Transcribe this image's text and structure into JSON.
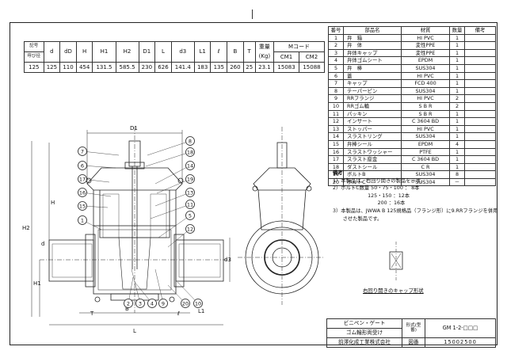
{
  "dims_table": {
    "head_top": [
      "記号",
      "d",
      "dD",
      "H",
      "H1",
      "H2",
      "D1",
      "L",
      "d3",
      "L1",
      "ℓ",
      "B",
      "T",
      "重量",
      "Mコード"
    ],
    "head_sub": [
      "呼び径",
      "(Kg)",
      "CM1",
      "CM2"
    ],
    "row": [
      "125",
      "125",
      "110",
      "454",
      "131.5",
      "585.5",
      "230",
      "626",
      "141.4",
      "183",
      "135",
      "260",
      "25",
      "23.1",
      "15083",
      "15088"
    ]
  },
  "parts_table": {
    "headers": [
      "番号",
      "部品名",
      "材質",
      "数量",
      "備考"
    ],
    "rows": [
      [
        "1",
        "弁　箱",
        "HI PVC",
        "1"
      ],
      [
        "2",
        "弁　体",
        "変性PPE",
        "1"
      ],
      [
        "3",
        "弁体キャップ",
        "変性PPE",
        "1"
      ],
      [
        "4",
        "弁体ゴムシート",
        "EPDM",
        "1"
      ],
      [
        "5",
        "弁　棒",
        "SUS304",
        "1"
      ],
      [
        "6",
        "蓋",
        "HI PVC",
        "1"
      ],
      [
        "7",
        "キャップ",
        "FCD 400",
        "1"
      ],
      [
        "8",
        "テーパーピン",
        "SUS304",
        "1"
      ],
      [
        "9",
        "RRフランジ",
        "HI PVC",
        "2"
      ],
      [
        "10",
        "RRゴム輪",
        "S B R",
        "2"
      ],
      [
        "11",
        "パッキン",
        "S B R",
        "1"
      ],
      [
        "12",
        "インサート",
        "C 3604 BD",
        "1"
      ],
      [
        "13",
        "ストッパー",
        "HI PVC",
        "1"
      ],
      [
        "14",
        "スラストリング",
        "SUS304",
        "1"
      ],
      [
        "15",
        "弁棒シール",
        "EPDM",
        "4"
      ],
      [
        "16",
        "スラストワッシャー",
        "PTFE",
        "1"
      ],
      [
        "17",
        "スラスト座金",
        "C 3604 BD",
        "1"
      ],
      [
        "18",
        "ダストシール",
        "C R",
        "1"
      ],
      [
        "19",
        "ボルトB",
        "SUS304",
        "8"
      ],
      [
        "20",
        "ボルトC",
        "SUS304",
        "－"
      ]
    ]
  },
  "notes": {
    "heading": "備考",
    "lines": [
      "1）本製品は、右回り開きの製品を示す。",
      "2）ボルトC数量 50・75・100 ：  8本",
      "　　　　　　　125・150 ：12本",
      "　　　　　　　　　200 ：16本",
      "3）本製品は、JWWA B 125規格品（フランジ形）に9.RRフランジを併用",
      "　　させた製品です。"
    ]
  },
  "caption": "右回り開きのキャップ形状",
  "title_block": {
    "name_line1": "ビニペン・ゲート",
    "name_line2": "ゴム輪形両受け",
    "model_label": "形式(型番)",
    "model_value": "GM 1-2-□□□",
    "company": "前澤化成工業株式会社",
    "drawing_label": "図番",
    "drawing_no": "15002500"
  },
  "drawing_labels": {
    "D1": "D1",
    "H": "H",
    "H2": "H2",
    "H1": "H1",
    "B": "B",
    "L": "L",
    "L1": "L1",
    "d3": "d3",
    "T": "T",
    "l": "ℓ",
    "d": "d",
    "callouts": [
      "7",
      "6",
      "17",
      "16",
      "15",
      "1",
      "8",
      "18",
      "14",
      "19",
      "13",
      "11",
      "5",
      "12",
      "2",
      "3",
      "4",
      "9",
      "20",
      "10"
    ]
  }
}
